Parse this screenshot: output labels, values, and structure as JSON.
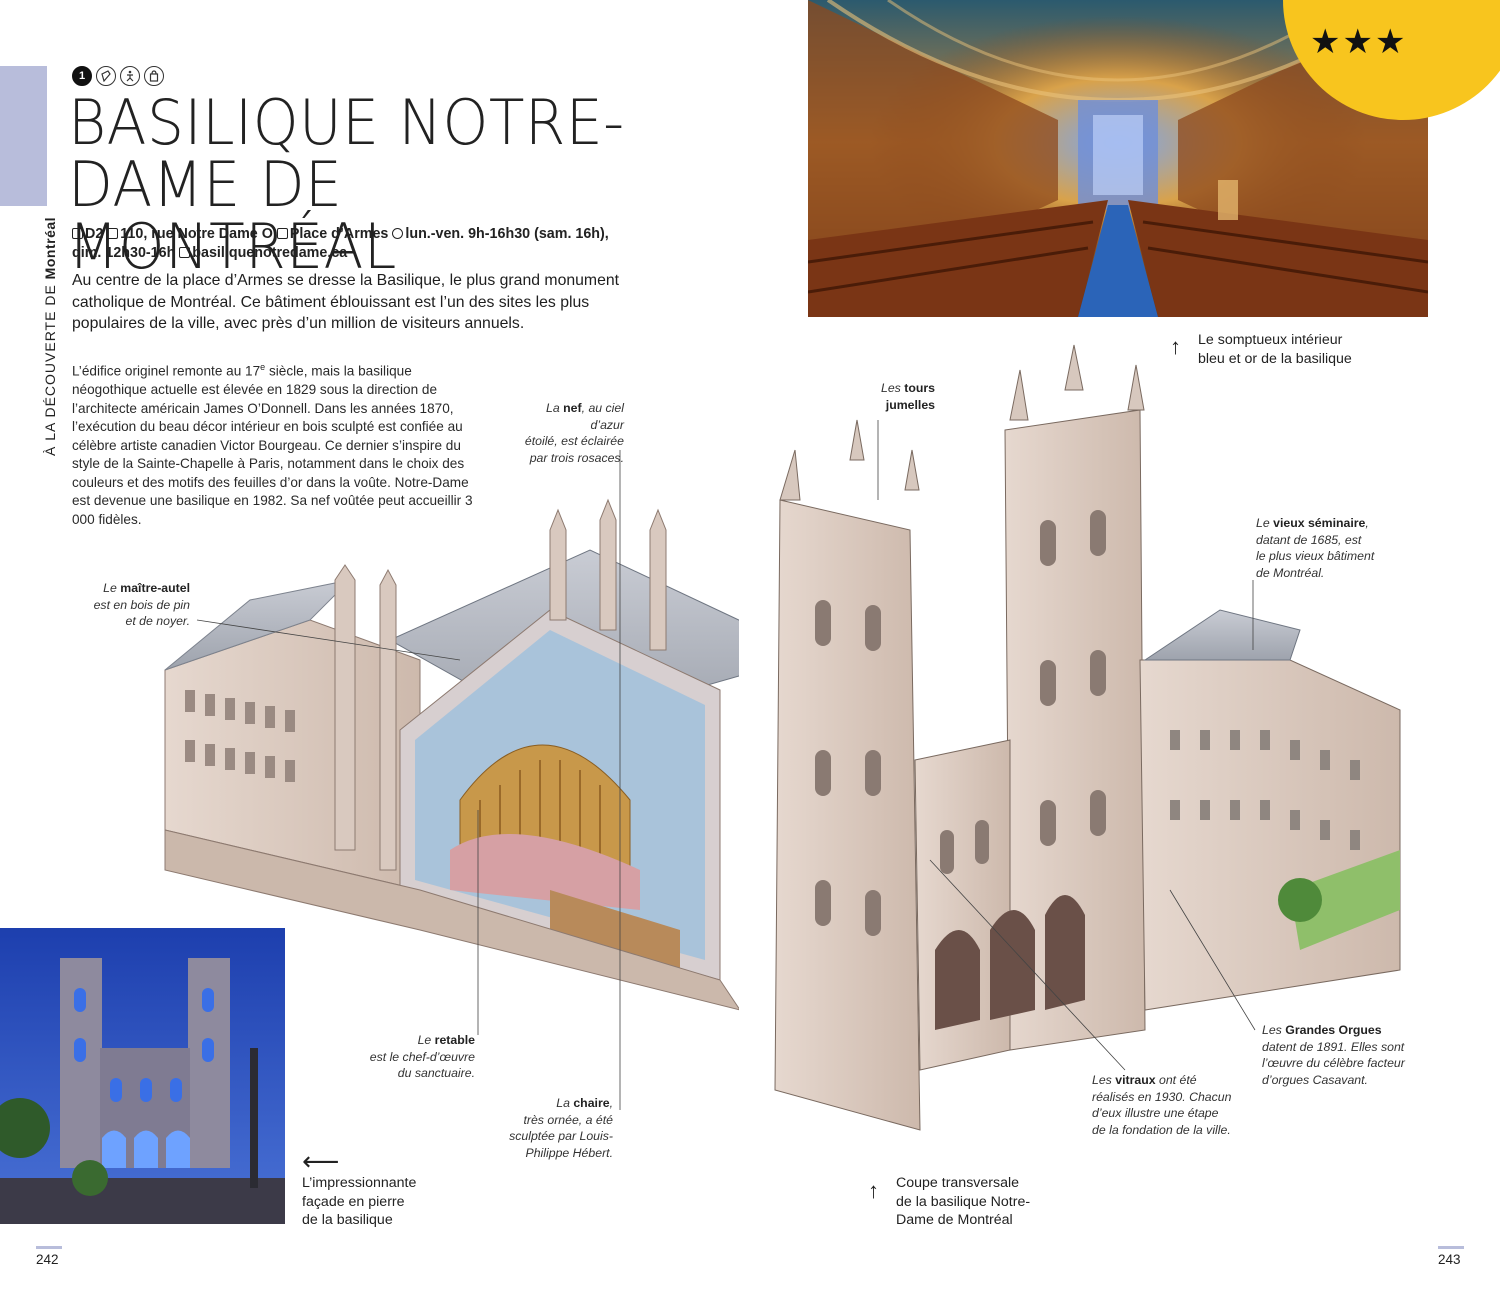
{
  "sidebar": {
    "prefix": "À LA DÉCOUVERTE DE",
    "city": "Montréal"
  },
  "icons": {
    "number": "1",
    "names": [
      "ticket-icon",
      "accessibility-icon",
      "shopping-bag-icon"
    ]
  },
  "title": {
    "line1": "BASILIQUE NOTRE-",
    "line2": "DAME DE MONTRÉAL"
  },
  "info": {
    "map_ref": "D2",
    "address": "110, rue Notre Dame O",
    "metro": "Place d’Armes",
    "hours_1": "lun.-ven. 9h-16h30 (sam. 16h),",
    "hours_2": "dim. 12h30-16h",
    "website": "basiliquenotredame.ca"
  },
  "lead": "Au centre de la place d’Armes se dresse la Basilique, le plus grand monument catholique de Montréal. Ce bâtiment éblouissant est l’un des sites les plus populaires de la ville, avec près d’un million de visiteurs annuels.",
  "body": [
    "L’édifice originel remonte au 17",
    "e",
    " siècle, mais la basilique néogothique actuelle est élevée en 1829 sous la direction de l’architecte américain James O’Donnell. Dans les années 1870, l’exécution du beau décor intérieur en bois sculpté est confiée au célèbre artiste canadien Victor Bourgeau. Ce dernier s’inspire du style de la Sainte-Chapelle à Paris, notamment dans le choix des couleurs et des motifs des feuilles d’or dans la voûte. Notre-Dame est devenue une basilique en 1982. Sa nef voûtée peut accueillir 3 000 fidèles."
  ],
  "rating": {
    "stars": "★★★"
  },
  "captions": {
    "interior_1": "Le somptueux intérieur",
    "interior_2": "bleu et or de la basilique",
    "facade_1": "L’impressionnante",
    "facade_2": "façade en pierre",
    "facade_3": "de la basilique",
    "section_1": "Coupe transversale",
    "section_2": "de la basilique Notre-",
    "section_3": "Dame de Montréal"
  },
  "callouts": {
    "nef": {
      "pre": "La ",
      "bold": "nef",
      "post": ", au ciel d’azur",
      "l2": "étoilé, est éclairée",
      "l3": "par trois rosaces."
    },
    "autel": {
      "pre": "Le ",
      "bold": "maître-autel",
      "l2": "est en bois de pin",
      "l3": "et de noyer."
    },
    "tours": {
      "pre": "Les ",
      "bold": "tours",
      "l2": "jumelles"
    },
    "seminaire": {
      "pre": "Le ",
      "bold": "vieux séminaire",
      "post": ",",
      "l2": "datant de 1685, est",
      "l3": "le plus vieux bâtiment",
      "l4": "de Montréal."
    },
    "retable": {
      "pre": "Le ",
      "bold": "retable",
      "l2": "est le chef-d’œuvre",
      "l3": "du sanctuaire."
    },
    "chaire": {
      "pre": "La ",
      "bold": "chaire",
      "post": ",",
      "l2": "très ornée, a été",
      "l3": "sculptée par Louis-",
      "l4": "Philippe Hébert."
    },
    "vitraux": {
      "pre": "Les ",
      "bold": "vitraux",
      "post": " ont été",
      "l2": "réalisés en 1930. Chacun",
      "l3": "d’eux illustre une étape",
      "l4": "de la fondation de la ville."
    },
    "orgues": {
      "pre": "Les ",
      "bold": "Grandes Orgues",
      "l2": "datent de 1891. Elles sont",
      "l3": "l’œuvre du célèbre facteur",
      "l4": "d’orgues Casavant."
    }
  },
  "arrows": {
    "up": "↑",
    "left": "⟵"
  },
  "pages": {
    "left": "242",
    "right": "243"
  }
}
